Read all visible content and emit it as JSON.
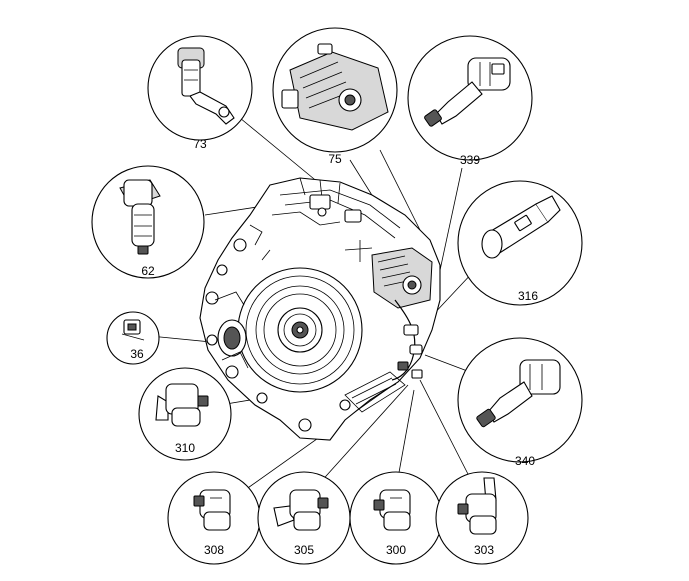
{
  "callouts": [
    {
      "id": "c73",
      "label": "73"
    },
    {
      "id": "c75",
      "label": "75"
    },
    {
      "id": "c339",
      "label": "339"
    },
    {
      "id": "c62",
      "label": "62"
    },
    {
      "id": "c316",
      "label": "316"
    },
    {
      "id": "c36",
      "label": "36"
    },
    {
      "id": "c340",
      "label": "340"
    },
    {
      "id": "c310",
      "label": "310"
    },
    {
      "id": "c308",
      "label": "308"
    },
    {
      "id": "c305",
      "label": "305"
    },
    {
      "id": "c300",
      "label": "300"
    },
    {
      "id": "c303",
      "label": "303"
    }
  ]
}
